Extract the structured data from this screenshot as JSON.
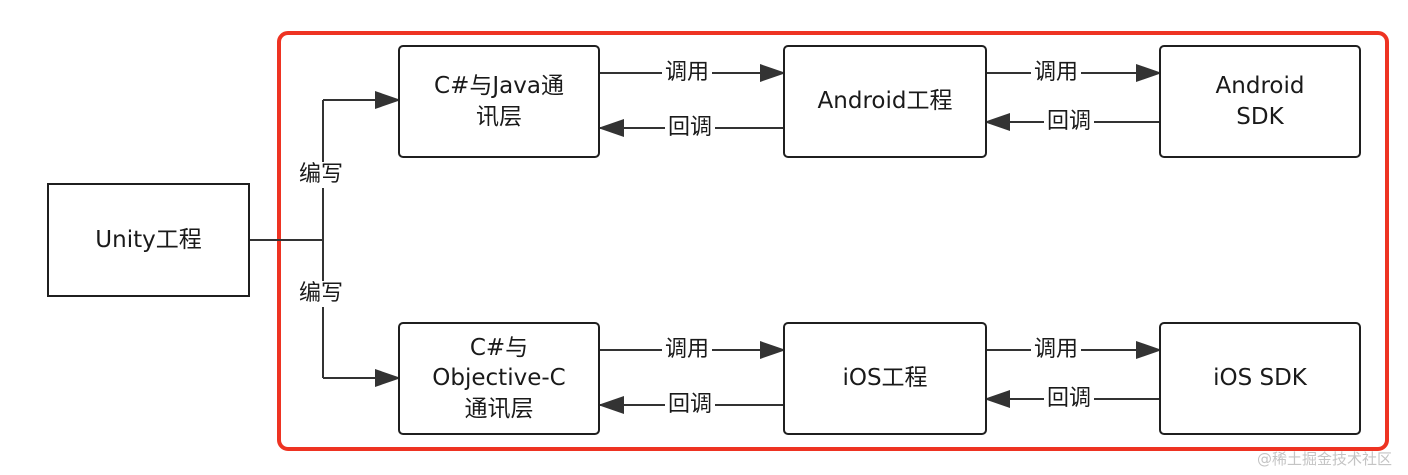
{
  "nodes": {
    "unity": "Unity工程",
    "cs_java": "C#与Java通\n讯层",
    "android_project": "Android工程",
    "android_sdk": "Android\nSDK",
    "cs_objc": "C#与\nObjective-C\n通讯层",
    "ios_project": "iOS工程",
    "ios_sdk": "iOS SDK"
  },
  "edges": {
    "write_top": "编写",
    "write_bottom": "编写",
    "call_1": "调用",
    "callback_1": "回调",
    "call_2": "调用",
    "callback_2": "回调",
    "call_3": "调用",
    "callback_3": "回调",
    "call_4": "调用",
    "callback_4": "回调"
  },
  "colors": {
    "highlight_frame": "#ee3322",
    "line": "#333333"
  },
  "watermark": "@稀土掘金技术社区"
}
